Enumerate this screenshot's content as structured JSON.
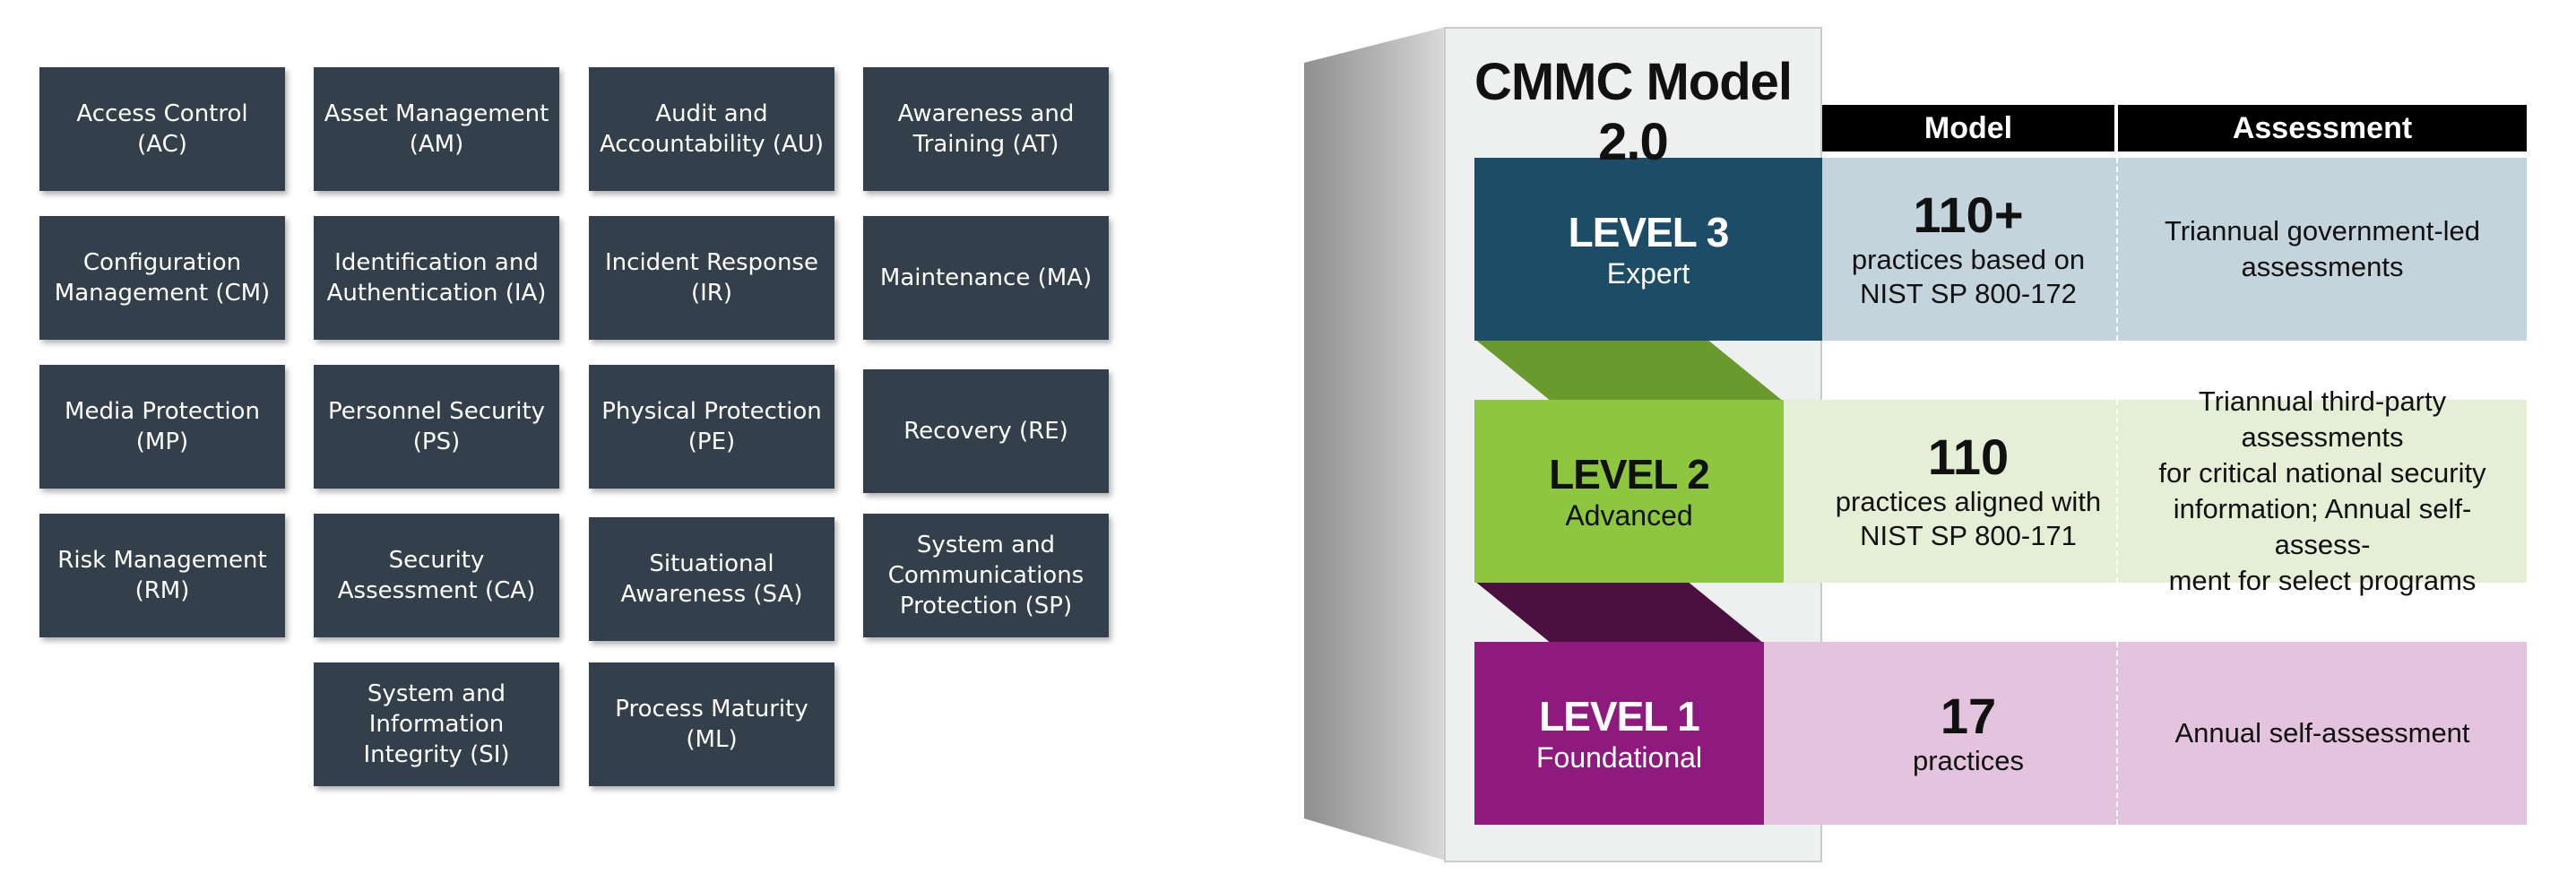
{
  "domains": [
    {
      "id": "ac",
      "lines": [
        "Access Control",
        "(AC)"
      ]
    },
    {
      "id": "am",
      "lines": [
        "Asset Management",
        "(AM)"
      ]
    },
    {
      "id": "au",
      "lines": [
        "Audit and",
        "Accountability (AU)"
      ]
    },
    {
      "id": "at",
      "lines": [
        "Awareness and",
        "Training (AT)"
      ]
    },
    {
      "id": "cm",
      "lines": [
        "Configuration",
        "Management (CM)"
      ]
    },
    {
      "id": "ia",
      "lines": [
        "Identification and",
        "Authentication (IA)"
      ]
    },
    {
      "id": "ir",
      "lines": [
        "Incident Response",
        "(IR)"
      ]
    },
    {
      "id": "ma",
      "lines": [
        "Maintenance (MA)"
      ]
    },
    {
      "id": "mp",
      "lines": [
        "Media Protection",
        "(MP)"
      ]
    },
    {
      "id": "ps",
      "lines": [
        "Personnel Security",
        "(PS)"
      ]
    },
    {
      "id": "pe",
      "lines": [
        "Physical Protection",
        "(PE)"
      ]
    },
    {
      "id": "re",
      "lines": [
        "Recovery (RE)"
      ]
    },
    {
      "id": "rm",
      "lines": [
        "Risk Management",
        "(RM)"
      ]
    },
    {
      "id": "ca",
      "lines": [
        "Security",
        "Assessment (CA)"
      ]
    },
    {
      "id": "sa",
      "lines": [
        "Situational",
        "Awareness (SA)"
      ]
    },
    {
      "id": "sp",
      "lines": [
        "System and",
        "Communications",
        "Protection (SP)"
      ]
    },
    {
      "id": "si",
      "lines": [
        "System and",
        "Information",
        "Integrity (SI)"
      ]
    },
    {
      "id": "ml",
      "lines": [
        "Process Maturity",
        "(ML)"
      ]
    }
  ],
  "model": {
    "title": "CMMC Model 2.0",
    "headers": {
      "model": "Model",
      "assessment": "Assessment"
    },
    "levels": [
      {
        "name": "LEVEL 3",
        "subtitle": "Expert",
        "count": "110+",
        "practices_lines": [
          "practices based on",
          "NIST SP 800-172"
        ],
        "assessment_lines": [
          "Triannual government-led",
          "assessments"
        ],
        "colors": {
          "block": "#1d4d66",
          "row": "#c3d4dd",
          "connector": "#6a9a2e"
        }
      },
      {
        "name": "LEVEL 2",
        "subtitle": "Advanced",
        "count": "110",
        "practices_lines": [
          "practices aligned with",
          "NIST SP 800-171"
        ],
        "assessment_lines": [
          "Triannual third-party assessments",
          "for critical national security",
          "information; Annual self-assess-",
          "ment for select programs"
        ],
        "colors": {
          "block": "#8dc63f",
          "row": "#e4efd5",
          "connector": "#4b1040"
        }
      },
      {
        "name": "LEVEL 1",
        "subtitle": "Foundational",
        "count": "17",
        "practices_lines": [
          "practices"
        ],
        "assessment_lines": [
          "Annual self-assessment"
        ],
        "colors": {
          "block": "#8e1a7e",
          "row": "#e3c3dd"
        }
      }
    ],
    "colors": {
      "panel": "#eef0f0",
      "side_shadow": "#9a9a9a",
      "header_bg": "#000000"
    }
  }
}
